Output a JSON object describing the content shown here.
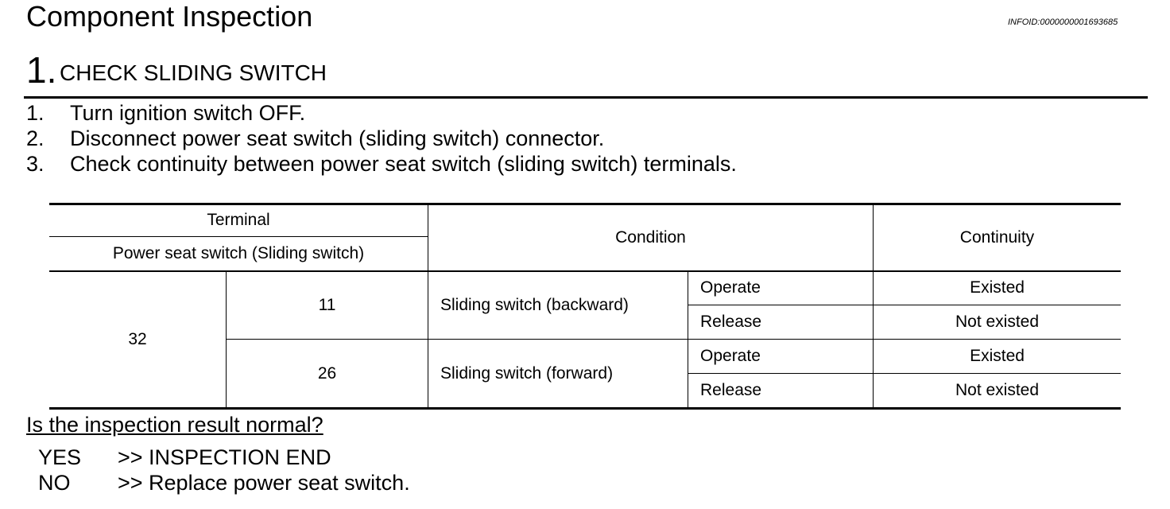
{
  "header": {
    "title": "Component Inspection",
    "info_id": "INFOID:0000000001693685"
  },
  "step": {
    "number": "1.",
    "title": "CHECK SLIDING SWITCH"
  },
  "instructions": [
    {
      "num": "1.",
      "text": "Turn ignition switch OFF."
    },
    {
      "num": "2.",
      "text": "Disconnect power seat switch (sliding switch) connector."
    },
    {
      "num": "3.",
      "text": "Check continuity between power seat switch (sliding switch) terminals."
    }
  ],
  "table": {
    "header": {
      "terminal": "Terminal",
      "terminal_sub": "Power seat switch (Sliding switch)",
      "condition": "Condition",
      "continuity": "Continuity"
    },
    "common_terminal": "32",
    "groups": [
      {
        "terminal": "11",
        "switch": "Sliding switch (backward)",
        "rows": [
          {
            "state": "Operate",
            "continuity": "Existed"
          },
          {
            "state": "Release",
            "continuity": "Not existed"
          }
        ]
      },
      {
        "terminal": "26",
        "switch": "Sliding switch (forward)",
        "rows": [
          {
            "state": "Operate",
            "continuity": "Existed"
          },
          {
            "state": "Release",
            "continuity": "Not existed"
          }
        ]
      }
    ]
  },
  "result": {
    "question": "Is the inspection result normal?",
    "answers": [
      {
        "key": "YES",
        "value": ">> INSPECTION END"
      },
      {
        "key": "NO",
        "value": ">> Replace power seat switch."
      }
    ]
  }
}
